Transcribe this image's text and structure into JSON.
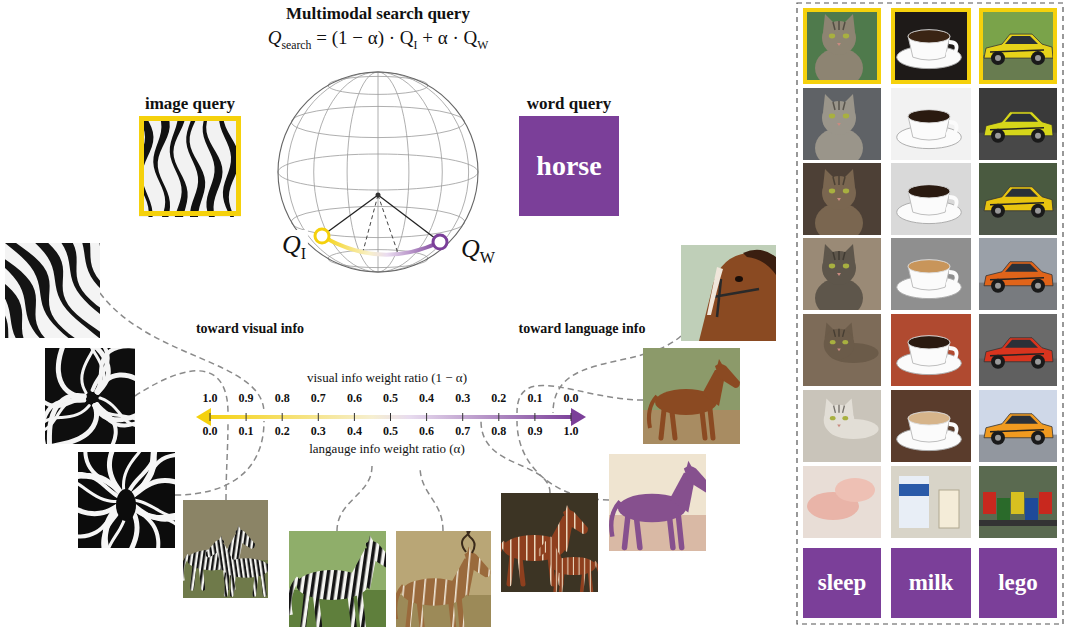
{
  "diagram": {
    "title": "Multimodal search query",
    "nodes": [
      {
        "text": [
          "image query"
        ]
      },
      {
        "text": [
          "word query",
          "horse"
        ]
      },
      {
        "text": [
          "sleep"
        ]
      },
      {
        "text": [
          "milk"
        ]
      },
      {
        "text": [
          "lego"
        ]
      }
    ],
    "labels": [
      "Q",
      "search",
      "= (1 − α) · Q",
      "I",
      "+ α · Q",
      "W",
      "Q",
      "I",
      "Q",
      "W",
      "toward visual info",
      "toward language info",
      "visual info weight ratio (1 − α)",
      "1.0",
      "0.9",
      "0.8",
      "0.7",
      "0.6",
      "0.5",
      "0.4",
      "0.3",
      "0.2",
      "0.1",
      "0.0",
      "0.0",
      "0.1",
      "0.2",
      "0.3",
      "0.4",
      "0.5",
      "0.6",
      "0.7",
      "0.8",
      "0.9",
      "1.0",
      "langauge info weight ratio (α)"
    ]
  }
}
